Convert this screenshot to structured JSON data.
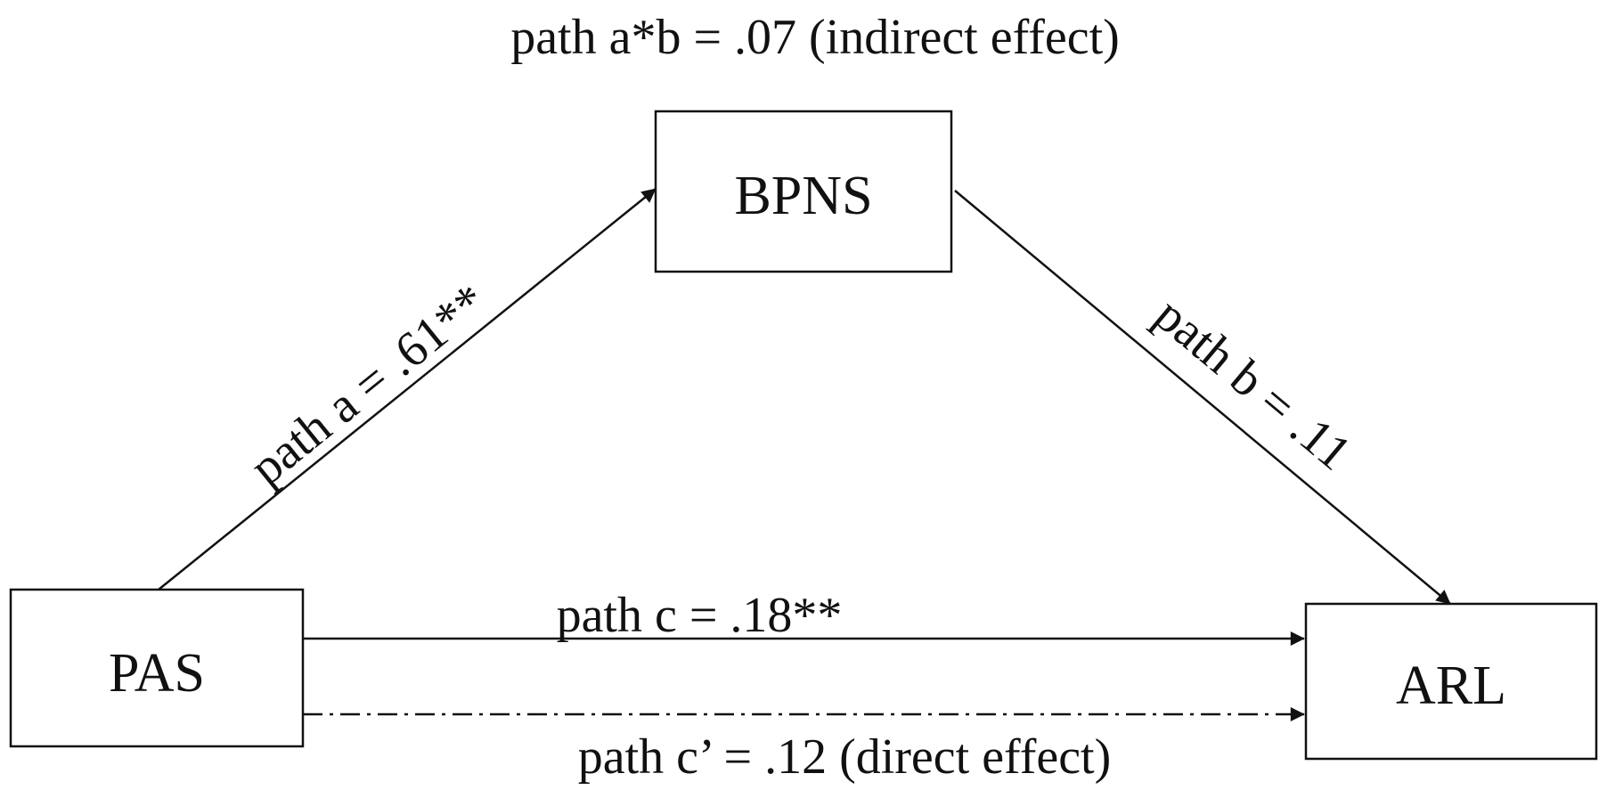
{
  "nodes": {
    "pas": "PAS",
    "bpns": "BPNS",
    "arl": "ARL"
  },
  "labels": {
    "indirect": "path a*b = .07 (indirect effect)",
    "path_a": "path a = .61**",
    "path_b": "path b = .11",
    "path_c": "path c = .18**",
    "path_c_prime": "path c’ = .12 (direct effect)"
  }
}
